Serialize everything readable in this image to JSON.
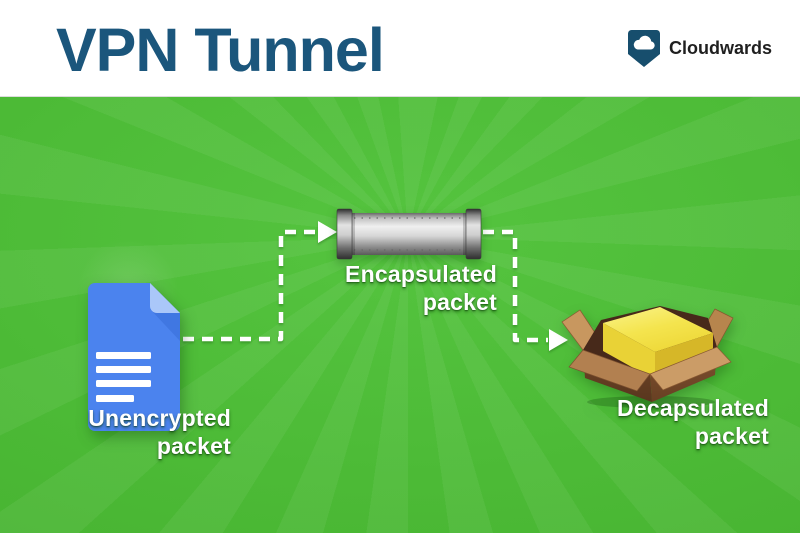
{
  "header": {
    "title": "VPN Tunnel",
    "brand_name": "Cloudwards",
    "brand_icon": "cloud-shield-icon",
    "title_color": "#1b567c",
    "brand_icon_color": "#174e6d"
  },
  "diagram": {
    "background_color": "#4cba36",
    "label_text_color": "#ffffff",
    "arrow_color": "#ffffff",
    "nodes": [
      {
        "id": "unencrypted-packet",
        "icon": "document-icon",
        "icon_color": "#4b83ee",
        "label_line1": "Unencrypted",
        "label_line2": "packet"
      },
      {
        "id": "encapsulated-packet",
        "icon": "pipe-icon",
        "icon_color": "#c9c9c9",
        "label_line1": "Encapsulated",
        "label_line2": "packet"
      },
      {
        "id": "decapsulated-packet",
        "icon": "open-box-icon",
        "icon_color": "#7a4c2c",
        "cube_color": "#f0dc3c",
        "label_line1": "Decapsulated",
        "label_line2": "packet"
      }
    ],
    "connections": [
      {
        "from": "unencrypted-packet",
        "to": "encapsulated-packet",
        "style": "white-dashed-arrow"
      },
      {
        "from": "encapsulated-packet",
        "to": "decapsulated-packet",
        "style": "white-dashed-arrow"
      }
    ]
  }
}
